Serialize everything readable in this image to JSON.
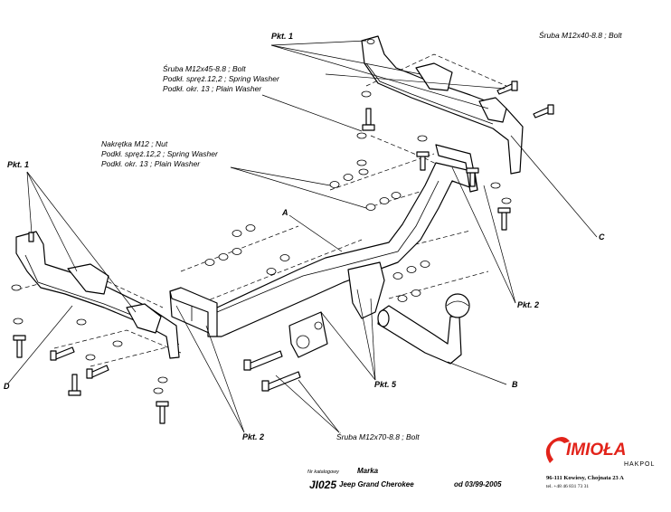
{
  "labels": {
    "pkt1_top": "Pkt. 1",
    "pkt1_left": "Pkt. 1",
    "pkt2_right": "Pkt. 2",
    "pkt2_bottom": "Pkt. 2",
    "pkt5": "Pkt. 5",
    "A": "A",
    "B": "B",
    "C": "C",
    "D": "D"
  },
  "callouts": {
    "bolt_m12x40": "Śruba M12x40-8.8  ;  Bolt",
    "bolt_m12x45": [
      "Śruba M12x45-8.8 ;  Bolt",
      "Podkł. spręż.12,2 ; Spring Washer",
      "Podkł. okr. 13 ; Plain Washer"
    ],
    "nut_m12": [
      "Nakrętka  M12 ; Nut",
      "Podkł. spręż.12,2 ; Spring Washer",
      "Podkł. okr. 13 ; Plain Washer"
    ],
    "bolt_m12x70": "Śruba M12x70-8.8  ;  Bolt"
  },
  "title_block": {
    "catalog_label": "Nr katalogowy",
    "brand_label": "Marka",
    "catalog_number": "JI025",
    "vehicle": "Jeep Grand Cherokee",
    "years": "od 03/99-2005"
  },
  "company": {
    "logo_text": "IMIOŁA",
    "sub": "HAKPOL",
    "address": "96-111 Kowiesy, Chojnata 23 A",
    "phone": "tel. +48 46 831 73 31",
    "logo_color": "#e2231a"
  }
}
